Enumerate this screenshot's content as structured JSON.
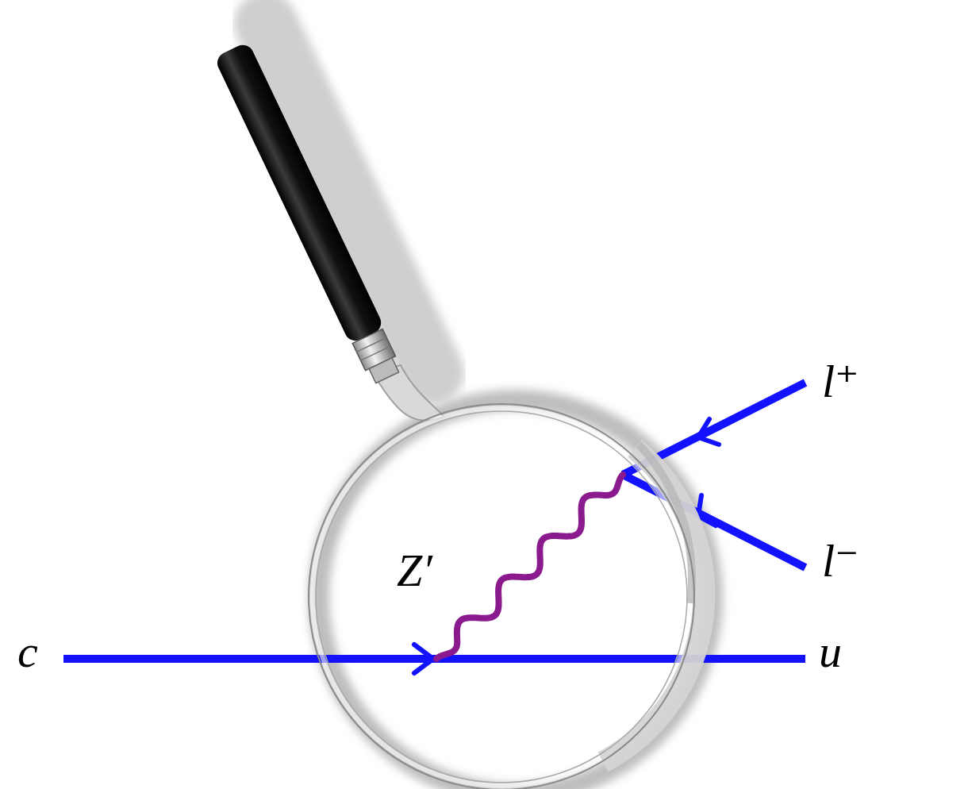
{
  "diagram": {
    "labels": [
      "c",
      "u",
      "Z′",
      "l⁺",
      "l⁻"
    ]
  }
}
